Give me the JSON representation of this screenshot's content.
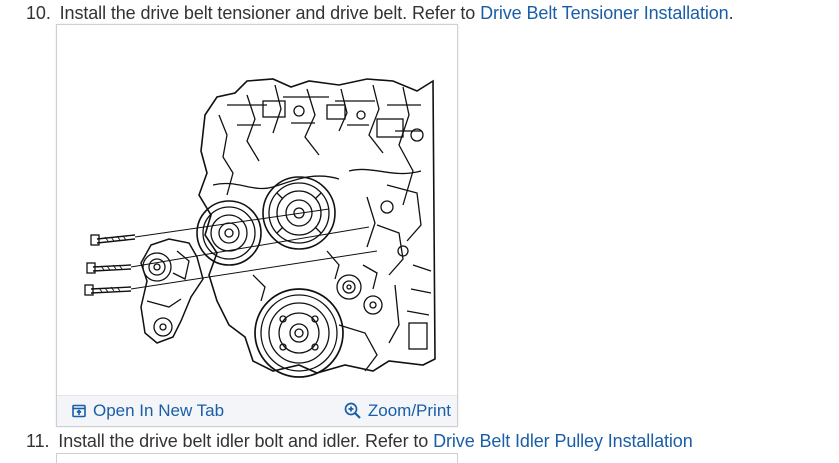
{
  "steps": [
    {
      "number": "10.",
      "text": "Install the drive belt tensioner and drive belt. Refer to",
      "link": "Drive Belt Tensioner Installation",
      "trailing": "."
    },
    {
      "number": "11.",
      "text": "Install the drive belt idler bolt and idler. Refer to",
      "link": "Drive Belt Idler Pulley Installation",
      "trailing": ""
    }
  ],
  "figure": {
    "open_label": "Open In New Tab",
    "zoom_label": "Zoom/Print",
    "open_icon": "open-new-tab-icon",
    "zoom_icon": "zoom-in-icon"
  },
  "colors": {
    "link": "#1a5ea8",
    "text": "#333333",
    "toolbar_bg": "#f3f5f8"
  }
}
